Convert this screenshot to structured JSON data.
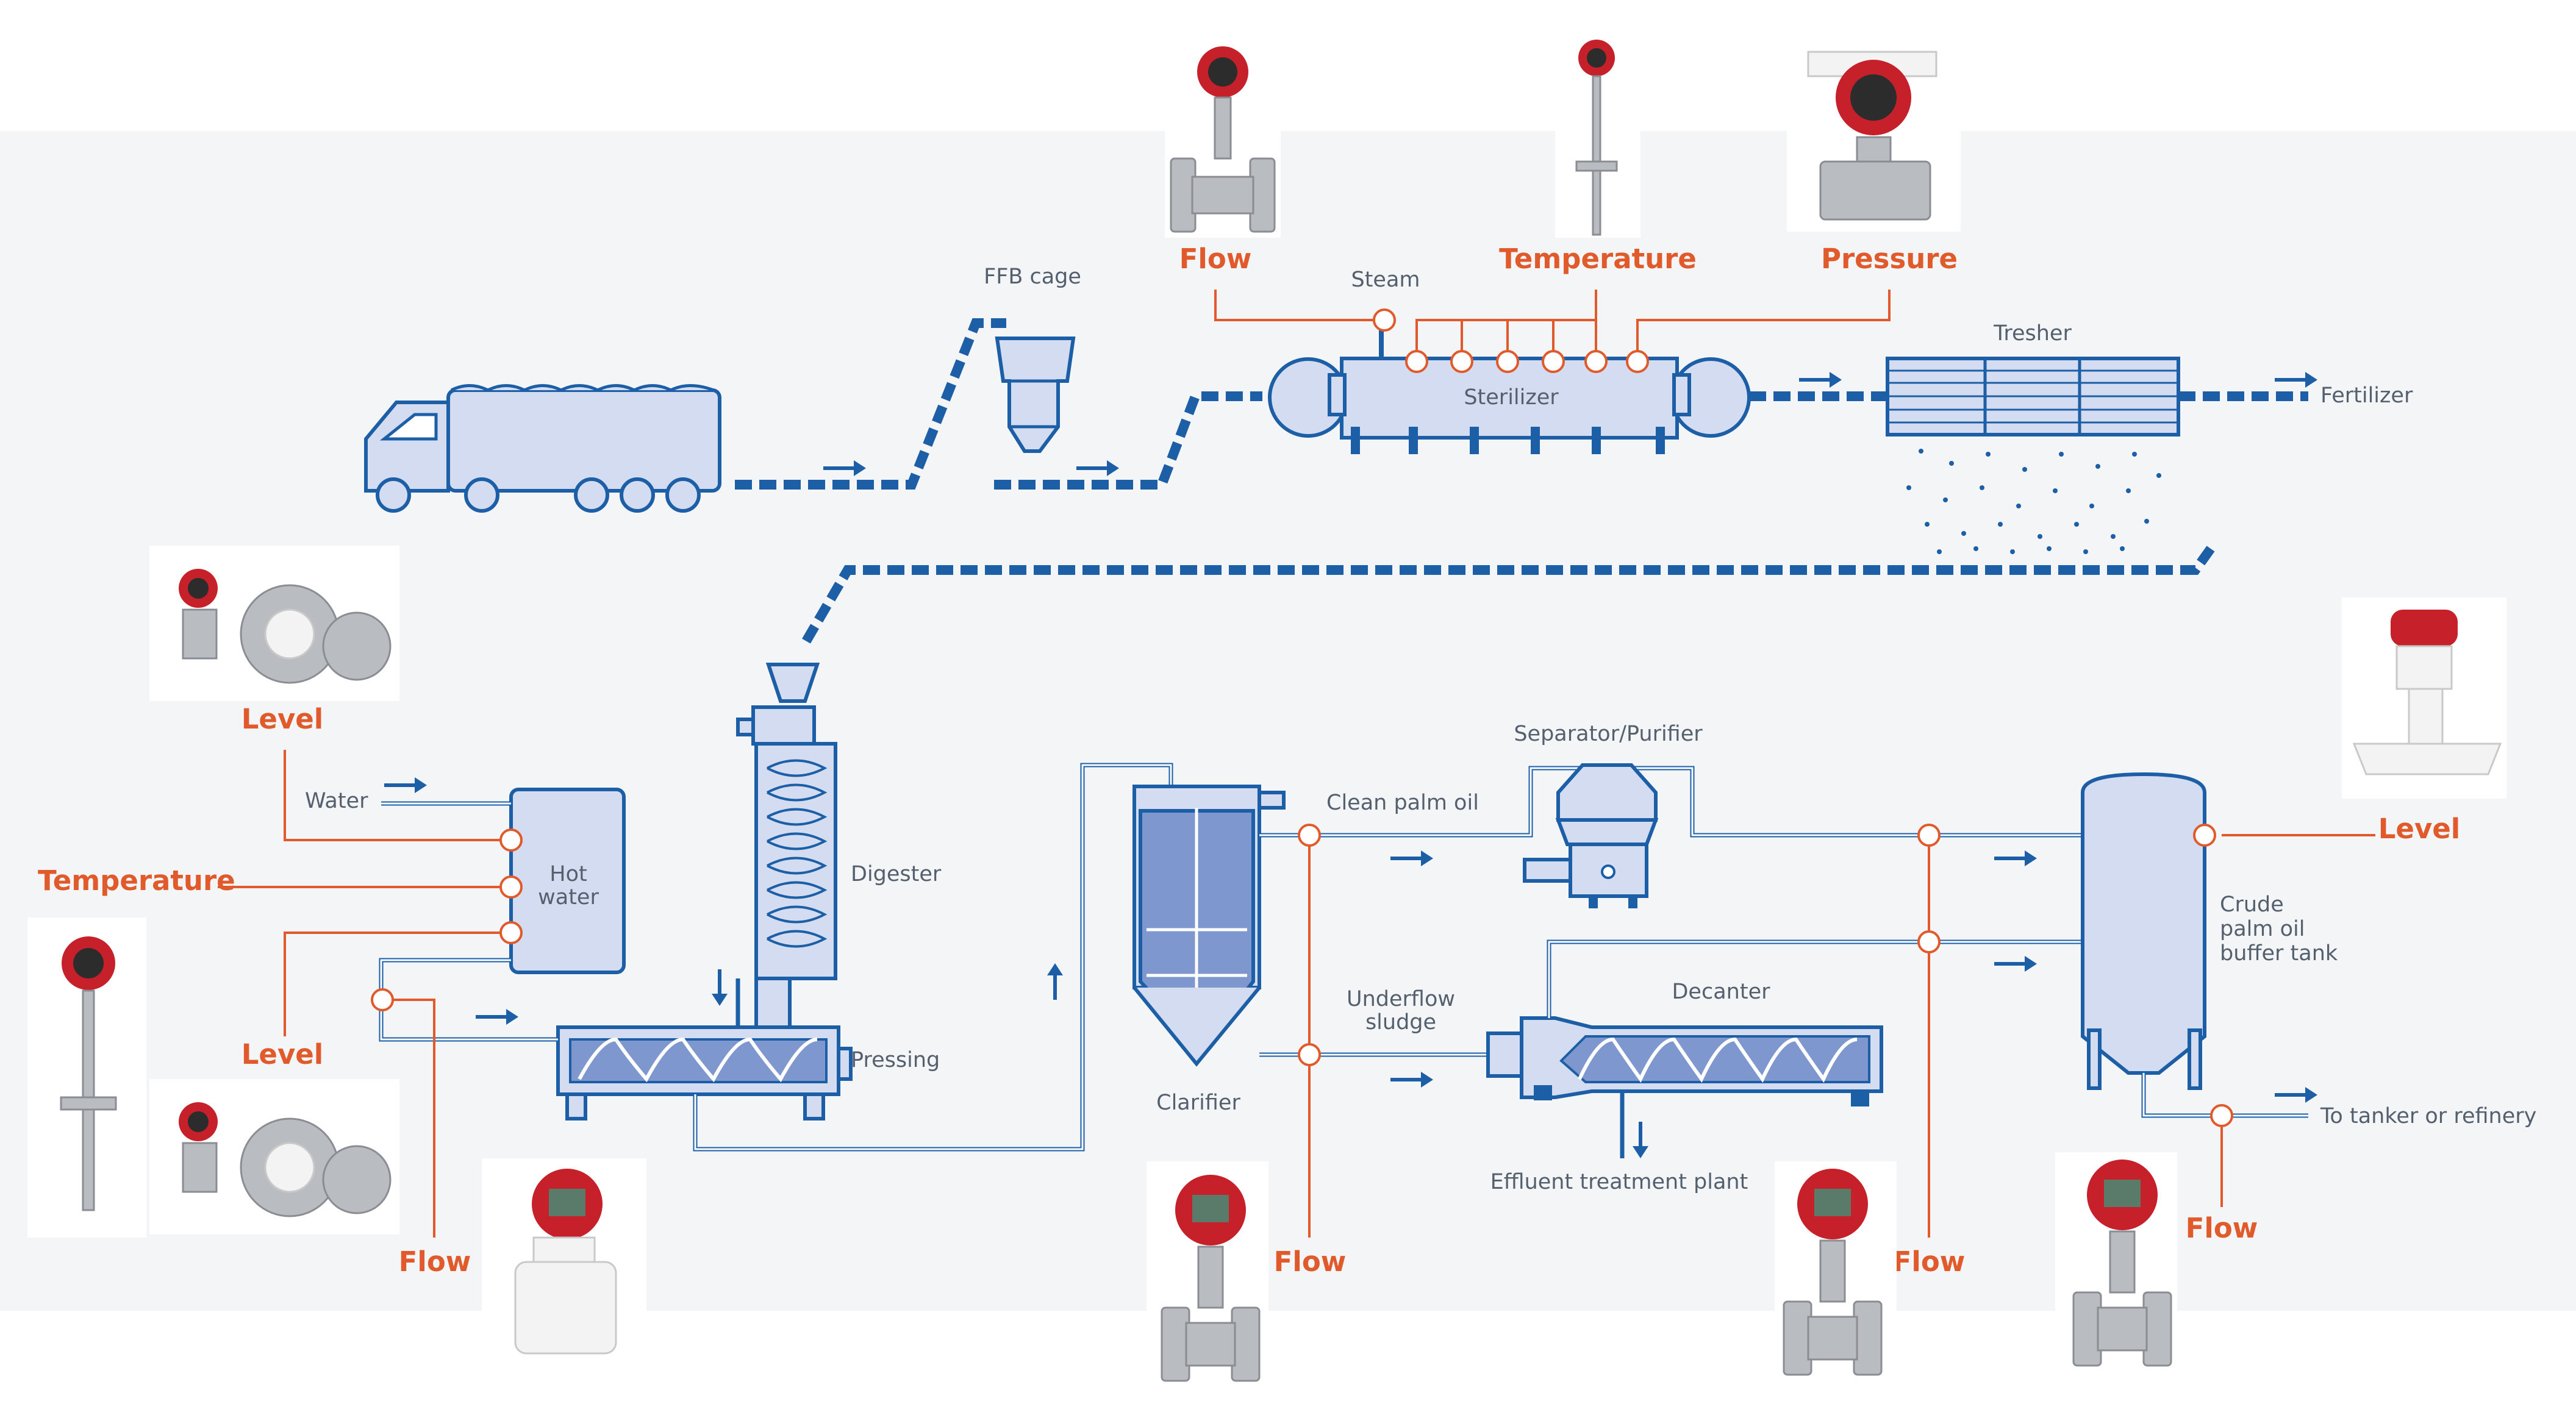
{
  "labels": {
    "ffb_cage": "FFB cage",
    "steam": "Steam",
    "sterilizer": "Sterilizer",
    "tresher": "Tresher",
    "fertilizer": "Fertilizer",
    "water": "Water",
    "hot_water_line1": "Hot",
    "hot_water_line2": "water",
    "digester": "Digester",
    "pressing": "Pressing",
    "clarifier": "Clarifier",
    "clean_palm_oil": "Clean palm oil",
    "separator": "Separator/Purifier",
    "underflow_line1": "Underflow",
    "underflow_line2": "sludge",
    "decanter": "Decanter",
    "effluent": "Effluent treatment plant",
    "buffer_line1": "Crude",
    "buffer_line2": "palm oil",
    "buffer_line3": "buffer tank",
    "tanker": "To tanker or refinery"
  },
  "instruments": {
    "flow_top": "Flow",
    "temperature_top": "Temperature",
    "pressure_top": "Pressure",
    "level_upper_left": "Level",
    "temperature_left": "Temperature",
    "level_lower_left": "Level",
    "flow_bottom_1": "Flow",
    "flow_bottom_2": "Flow",
    "flow_bottom_3": "Flow",
    "flow_bottom_4": "Flow",
    "level_right": "Level"
  },
  "colors": {
    "pipe": "#1d5fa6",
    "equipment_fill": "#d3dcf0",
    "instrument_label": "#e05a2b",
    "background_band": "#f4f5f7"
  },
  "icons": [
    "truck-icon",
    "flow-meter-icon",
    "temperature-sensor-icon",
    "pressure-transmitter-icon",
    "level-transmitter-icon",
    "electromagnetic-flowmeter-icon",
    "radar-level-icon"
  ]
}
